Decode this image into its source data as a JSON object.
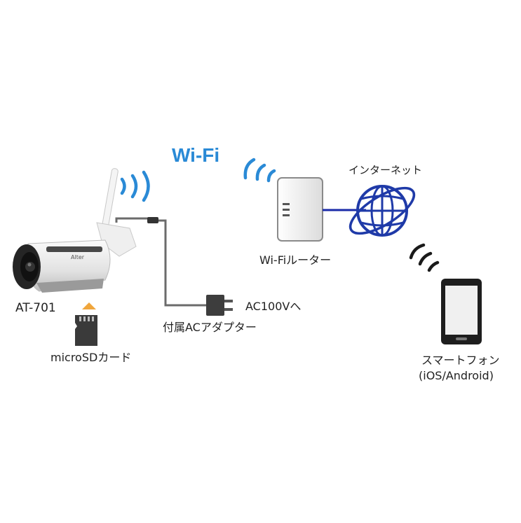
{
  "wifi_title": "Wi-Fi",
  "camera": {
    "model": "AT-701",
    "brand": "Alter"
  },
  "router": {
    "label": "Wi-Fiルーター"
  },
  "internet": {
    "label": "インターネット"
  },
  "adapter": {
    "label": "付属ACアダプター",
    "power_label": "AC100Vへ"
  },
  "sdcard": {
    "label": "microSDカード"
  },
  "smartphone": {
    "label_line1": "スマートフォン",
    "label_line2": "(iOS/Android)"
  },
  "colors": {
    "wifi": "#2a8ad6",
    "link": "#1a2aa8",
    "globe": "#1f3aa8",
    "cable": "#6b6b6b",
    "insert_arrow": "#f0a63c"
  }
}
